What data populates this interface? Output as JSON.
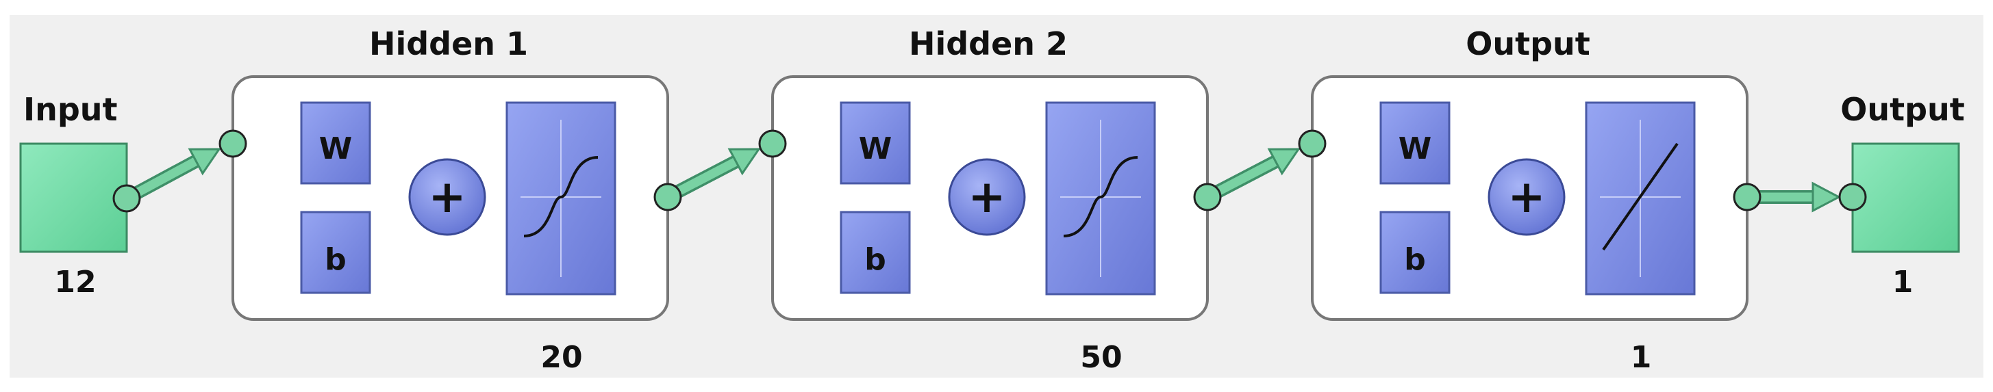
{
  "colors": {
    "background": "#f0f0f0",
    "block_fill": "#7e8ee6",
    "block_stroke": "#4a5aa6",
    "io_fill": "#6fdca4",
    "io_stroke": "#3b8a62",
    "connector": "#79d2a3",
    "connector_stroke": "#3f8f68",
    "layer_box_fill": "#ffffff",
    "layer_box_stroke": "#777777"
  },
  "input": {
    "label": "Input",
    "size": "12"
  },
  "output": {
    "label": "Output",
    "size": "1"
  },
  "layers": [
    {
      "title": "Hidden 1",
      "weight_label": "W",
      "bias_label": "b",
      "sum_symbol": "+",
      "transfer": "tansig-icon",
      "neurons": "20"
    },
    {
      "title": "Hidden 2",
      "weight_label": "W",
      "bias_label": "b",
      "sum_symbol": "+",
      "transfer": "tansig-icon",
      "neurons": "50"
    },
    {
      "title": "Output",
      "weight_label": "W",
      "bias_label": "b",
      "sum_symbol": "+",
      "transfer": "purelin-icon",
      "neurons": "1"
    }
  ]
}
